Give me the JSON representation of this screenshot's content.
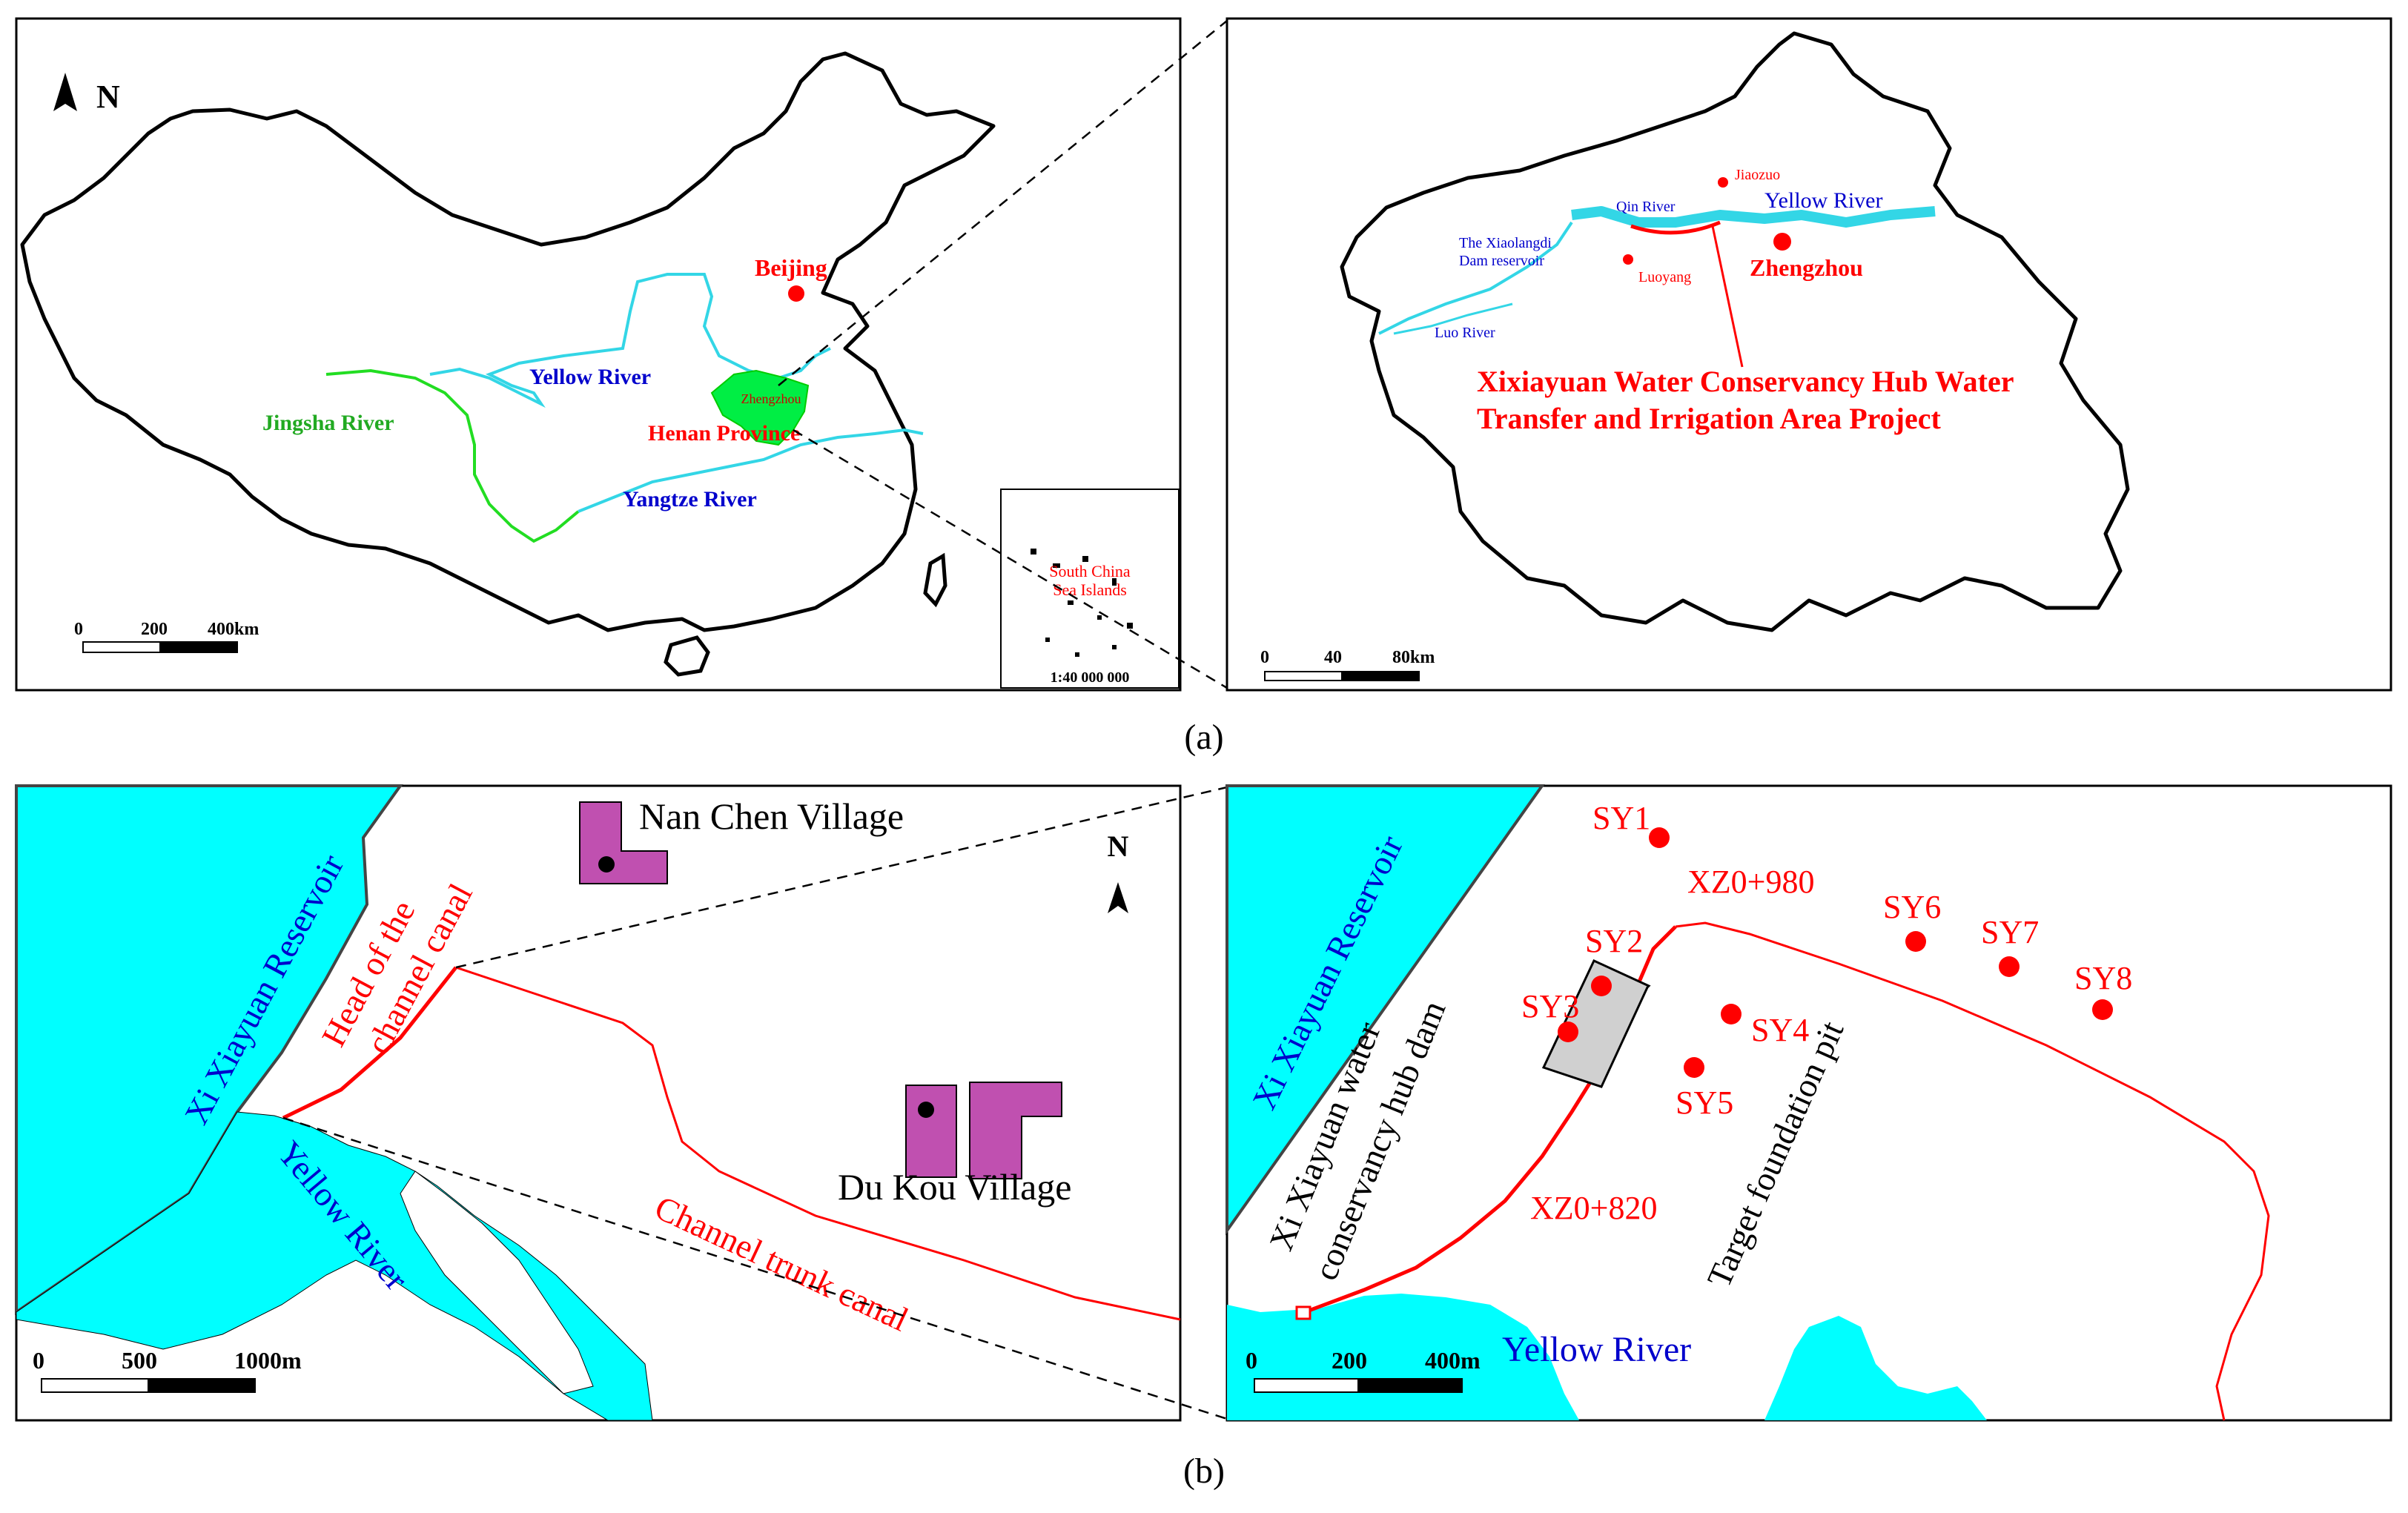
{
  "figure": {
    "label_a": "(a)",
    "label_b": "(b)"
  },
  "panel_a1": {
    "north": "N",
    "beijing": "Beijing",
    "yellow_river": "Yellow River",
    "jingsha_river": "Jingsha River",
    "yangtze_river": "Yangtze River",
    "henan_province": "Henan Province",
    "zhengzhou": "Zhengzhou",
    "inset_label": "South China Sea Islands",
    "inset_scale": "1:40 000 000",
    "scale": {
      "t0": "0",
      "t1": "200",
      "t2": "400km"
    }
  },
  "panel_a2": {
    "jiaozuo": "Jiaozuo",
    "qin_river": "Qin River",
    "yellow_river": "Yellow River",
    "xiaolangdi": "The Xiaolangdi Dam reservoir",
    "luoyang": "Luoyang",
    "zhengzhou": "Zhengzhou",
    "luo_river": "Luo River",
    "project_line1": "Xixiayuan Water Conservancy Hub Water",
    "project_line2": "Transfer and Irrigation Area Project",
    "scale": {
      "t0": "0",
      "t1": "40",
      "t2": "80km"
    }
  },
  "panel_b1": {
    "reservoir": "Xi Xiayuan Reservoir",
    "nan_chen": "Nan Chen Village",
    "head_canal_1": "Head of the",
    "head_canal_2": "channel canal",
    "north": "N",
    "du_kou": "Du Kou Village",
    "yellow_river": "Yellow River",
    "trunk_canal": "Channel trunk canal",
    "scale": {
      "t0": "0",
      "t1": "500",
      "t2": "1000m"
    }
  },
  "panel_b2": {
    "reservoir": "Xi Xiayuan Reservoir",
    "dam_1": "Xi Xiayuan water",
    "dam_2": "conservancy hub dam",
    "xz980": "XZ0+980",
    "xz820": "XZ0+820",
    "pit": "Target foundation pit",
    "yellow_river": "Yellow River",
    "points": [
      {
        "name": "SY1"
      },
      {
        "name": "SY2"
      },
      {
        "name": "SY3"
      },
      {
        "name": "SY4"
      },
      {
        "name": "SY5"
      },
      {
        "name": "SY6"
      },
      {
        "name": "SY7"
      },
      {
        "name": "SY8"
      }
    ],
    "scale": {
      "t0": "0",
      "t1": "200",
      "t2": "400m"
    }
  },
  "colors": {
    "water": "#00ffff",
    "river_cyan": "#33d6e6",
    "red": "#ff0000",
    "blue": "#0000cc",
    "green": "#00cc00",
    "henan": "#00ee44",
    "village": "#c050b0",
    "pit": "#d0d0d0"
  }
}
